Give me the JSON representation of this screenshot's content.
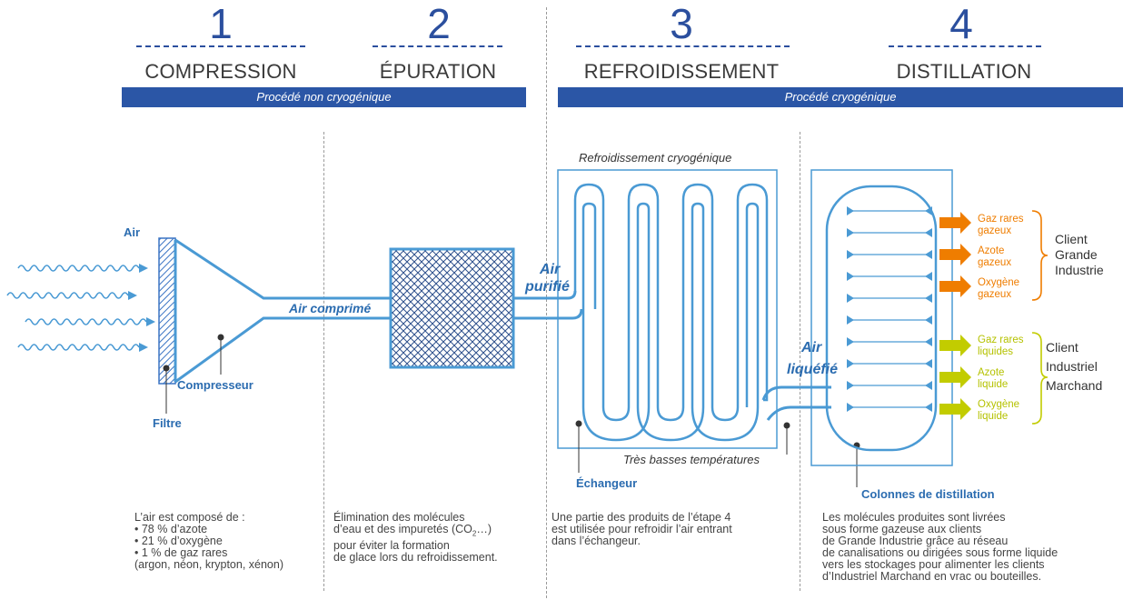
{
  "steps": [
    {
      "number": "1",
      "title": "COMPRESSION"
    },
    {
      "number": "2",
      "title": "ÉPURATION"
    },
    {
      "number": "3",
      "title": "REFROIDISSEMENT"
    },
    {
      "number": "4",
      "title": "DISTILLATION"
    }
  ],
  "bands": {
    "non_cryo": "Procédé non cryogénique",
    "cryo": "Procédé cryogénique"
  },
  "labels": {
    "air": "Air",
    "compresseur": "Compresseur",
    "filtre": "Filtre",
    "air_comprime": "Air comprimé",
    "air_purifie_1": "Air",
    "air_purifie_2": "purifié",
    "refroidissement_cryo": "Refroidissement cryogénique",
    "tres_basses": "Très basses températures",
    "echangeur": "Échangeur",
    "air_liquefie_1": "Air",
    "air_liquefie_2": "liquéfié",
    "colonnes": "Colonnes de distillation"
  },
  "outputs_gas": [
    {
      "line1": "Gaz rares",
      "line2": "gazeux"
    },
    {
      "line1": "Azote",
      "line2": "gazeux"
    },
    {
      "line1": "Oxygène",
      "line2": "gazeux"
    }
  ],
  "outputs_liquid": [
    {
      "line1": "Gaz rares",
      "line2": "liquides"
    },
    {
      "line1": "Azote",
      "line2": "liquide"
    },
    {
      "line1": "Oxygène",
      "line2": "liquide"
    }
  ],
  "clients": {
    "grande": "Client\nGrande\nIndustrie",
    "marchand": "Client\nIndustriel\nMarchand"
  },
  "notes": {
    "n1": "L’air est composé de :\n• 78 % d’azote\n• 21 % d’oxygène\n• 1 % de gaz rares\n(argon, néon, krypton, xénon)",
    "n2a": "Élimination des molécules\nd’eau et des impuretés (CO",
    "n2sub": "2",
    "n2b": "…)\npour éviter la formation\nde glace lors du refroidissement.",
    "n3": "Une partie des produits de l’étape 4\nest utilisée pour refroidir l’air entrant\ndans l’échangeur.",
    "n4": "Les molécules produites sont livrées\nsous forme gazeuse aux clients\nde Grande Industrie grâce au réseau\nde canalisations ou dirigées sous forme liquide\nvers les stockages pour alimenter les clients\nd’Industriel Marchand en vrac ou bouteilles."
  },
  "colors": {
    "blue": "#2b56a6",
    "line": "#4a9ad4",
    "orange": "#ef7d00",
    "green": "#c2cc00"
  }
}
